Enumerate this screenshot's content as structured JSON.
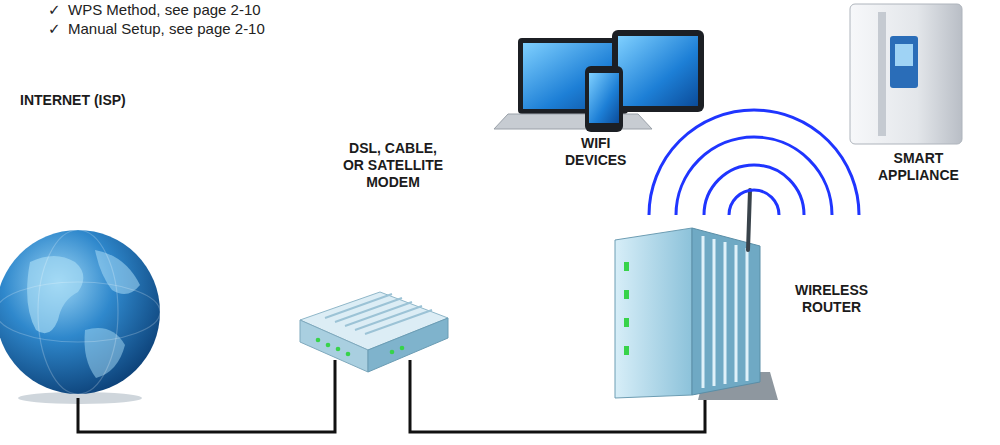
{
  "diagram": {
    "nodes": [
      {
        "text": [
          "INTERNET (ISP)"
        ]
      },
      {
        "text": [
          "DSL, CABLE, OR SATELLITE MODEM"
        ]
      },
      {
        "text": [
          "WIRELESS ROUTER"
        ]
      },
      {
        "text": [
          "WIFI DEVICES"
        ]
      },
      {
        "text": [
          "SMART APPLIANCE"
        ]
      }
    ],
    "edges": [
      {
        "from": 0,
        "to": 1,
        "arrow": "none"
      },
      {
        "from": 1,
        "to": 2,
        "arrow": "none"
      }
    ],
    "labels": [
      "✓",
      "WPS Method, see page 2-10",
      "✓",
      "Manual Setup, see page 2-10"
    ]
  }
}
